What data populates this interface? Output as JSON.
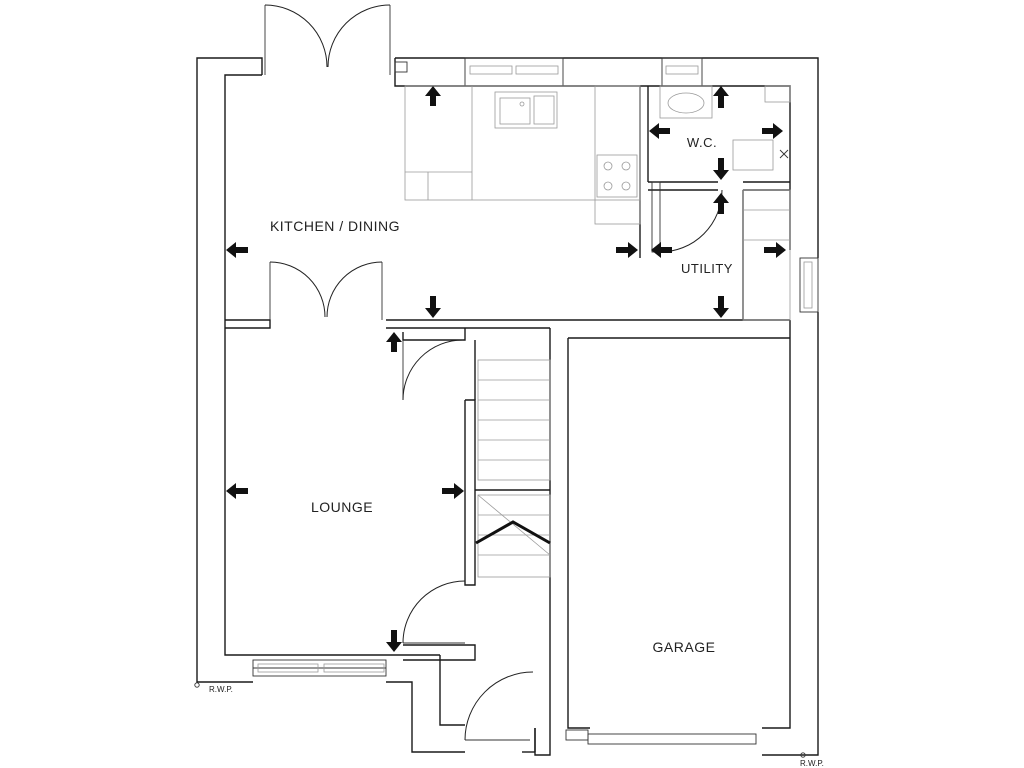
{
  "rooms": {
    "kitchen_dining": "KITCHEN / DINING",
    "wc": "W.C.",
    "utility": "UTILITY",
    "lounge": "LOUNGE",
    "garage": "GARAGE"
  },
  "annotations": {
    "rwp_left": "R.W.P.",
    "rwp_right": "R.W.P."
  },
  "colors": {
    "wall": "#1a1a1a",
    "fixture": "#9a9a9a",
    "arrow": "#111111"
  },
  "icons": [
    "dimension-arrow-icon",
    "sink-icon",
    "hob-icon",
    "toilet-icon",
    "basin-icon",
    "stairs-icon",
    "door-swing-icon",
    "window-icon"
  ]
}
